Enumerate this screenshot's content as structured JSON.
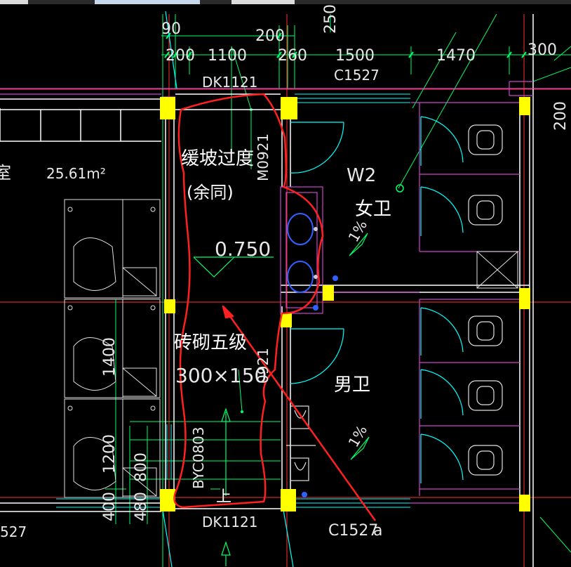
{
  "window": {
    "tabs": [
      "",
      "",
      ""
    ]
  },
  "dimensions": {
    "top_row": [
      "200",
      "1100",
      "260",
      "1500",
      "1470",
      "300"
    ],
    "upper": [
      "90",
      "200",
      "250"
    ],
    "right_side": "200",
    "left_vertical": [
      "1400",
      "1200",
      "800",
      "480",
      "400"
    ]
  },
  "labels": {
    "door_top": "DK1121",
    "door_bottom": "DK1121",
    "window_top": "C1527",
    "window_bottom": "C1527",
    "window_bottom_left": "527",
    "room_area": "25.61m²",
    "room_char": "室",
    "slope": "缓坡过度",
    "slope_note": "(余同)",
    "door_m": "M0921",
    "door_m2": "0921",
    "elevation": "0.750",
    "steps": "砖砌五级",
    "step_size": "300×150",
    "window_byc": "BYC0803",
    "up": "上",
    "w2": "W2",
    "female_wc": "女卫",
    "male_wc": "男卫",
    "slope_pct1": "1%",
    "slope_pct2": "1%",
    "marker_a": "a"
  },
  "colors": {
    "wall": "#ffffff",
    "column": "#ffff00",
    "axis": "#ff3030",
    "partition": "#cc44cc",
    "door": "#00ffff",
    "dimension": "#00ff66",
    "annotation": "#ff2020"
  }
}
